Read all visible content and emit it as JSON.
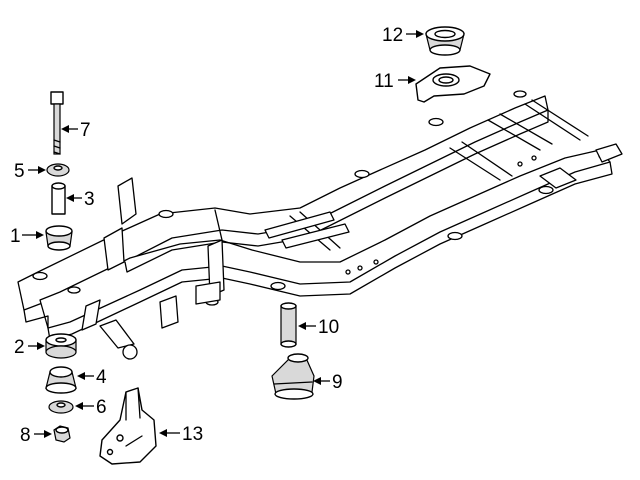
{
  "diagram": {
    "callouts": [
      {
        "id": "1",
        "label": "1",
        "part": "frame-mount-bushing"
      },
      {
        "id": "2",
        "label": "2",
        "part": "lower-cushion"
      },
      {
        "id": "3",
        "label": "3",
        "part": "sleeve"
      },
      {
        "id": "4",
        "label": "4",
        "part": "lower-insulator"
      },
      {
        "id": "5",
        "label": "5",
        "part": "washer"
      },
      {
        "id": "6",
        "label": "6",
        "part": "retainer-washer"
      },
      {
        "id": "7",
        "label": "7",
        "part": "bolt"
      },
      {
        "id": "8",
        "label": "8",
        "part": "nut"
      },
      {
        "id": "9",
        "label": "9",
        "part": "body-mount"
      },
      {
        "id": "10",
        "label": "10",
        "part": "spacer-sleeve"
      },
      {
        "id": "11",
        "label": "11",
        "part": "mount-bracket"
      },
      {
        "id": "12",
        "label": "12",
        "part": "upper-cushion"
      },
      {
        "id": "13",
        "label": "13",
        "part": "frame-bracket"
      }
    ]
  }
}
